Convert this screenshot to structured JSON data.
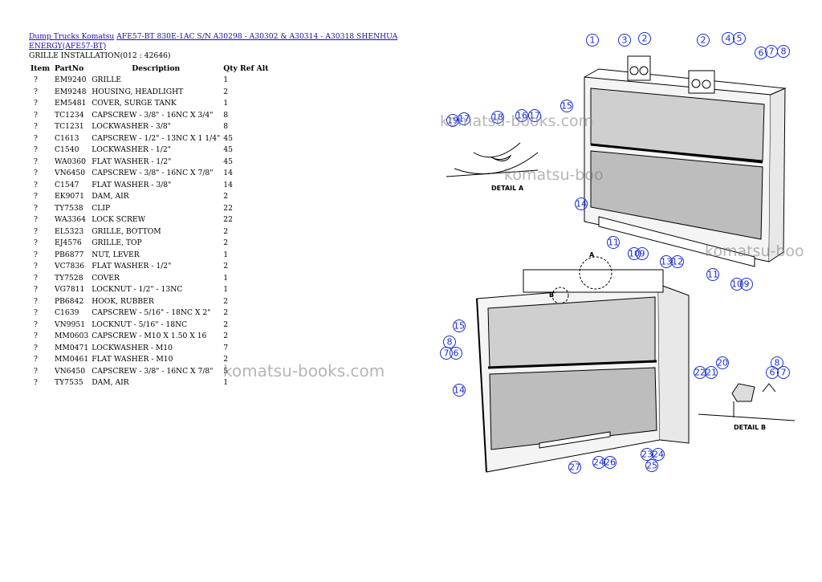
{
  "breadcrumb": {
    "link1": "Dump Trucks Komatsu",
    "link2": "AFE57-BT 830E-1AC S/N A30298 - A30302 & A30314 - A30318 SHENHUA ENERGY(AFE57-BT)"
  },
  "subtitle": "GRILLE INSTALLATION(012 : 42646)",
  "table": {
    "headers": {
      "item": "Item",
      "partno": "PartNo",
      "desc": "Description",
      "qty": "Qty Ref Alt"
    },
    "rows": [
      {
        "item": "?",
        "partno": "EM9240",
        "desc": "GRILLE",
        "qty": "1"
      },
      {
        "item": "?",
        "partno": "EM9248",
        "desc": "HOUSING, HEADLIGHT",
        "qty": "2"
      },
      {
        "item": "?",
        "partno": "EM5481",
        "desc": "COVER, SURGE TANK",
        "qty": "1"
      },
      {
        "item": "?",
        "partno": "TC1234",
        "desc": "CAPSCREW - 3/8\" - 16NC X 3/4\"",
        "qty": "8"
      },
      {
        "item": "?",
        "partno": "TC1231",
        "desc": "LOCKWASHER - 3/8\"",
        "qty": "8"
      },
      {
        "item": "?",
        "partno": "C1613",
        "desc": "CAPSCREW - 1/2\" - 13NC X 1 1/4\"",
        "qty": "45"
      },
      {
        "item": "?",
        "partno": "C1540",
        "desc": "LOCKWASHER - 1/2\"",
        "qty": "45"
      },
      {
        "item": "?",
        "partno": "WA0360",
        "desc": "FLAT WASHER - 1/2\"",
        "qty": "45"
      },
      {
        "item": "?",
        "partno": "VN6450",
        "desc": "CAPSCREW - 3/8\" - 16NC X 7/8\"",
        "qty": "14"
      },
      {
        "item": "?",
        "partno": "C1547",
        "desc": "FLAT WASHER - 3/8\"",
        "qty": "14"
      },
      {
        "item": "?",
        "partno": "EK9071",
        "desc": "DAM, AIR",
        "qty": "2"
      },
      {
        "item": "?",
        "partno": "TY7538",
        "desc": "CLIP",
        "qty": "22"
      },
      {
        "item": "?",
        "partno": "WA3364",
        "desc": "LOCK SCREW",
        "qty": "22"
      },
      {
        "item": "?",
        "partno": "EL5323",
        "desc": "GRILLE, BOTTOM",
        "qty": "2"
      },
      {
        "item": "?",
        "partno": "EJ4576",
        "desc": "GRILLE, TOP",
        "qty": "2"
      },
      {
        "item": "?",
        "partno": "PB6877",
        "desc": "NUT, LEVER",
        "qty": "1"
      },
      {
        "item": "?",
        "partno": "VC7836",
        "desc": "FLAT WASHER - 1/2\"",
        "qty": "2"
      },
      {
        "item": "?",
        "partno": "TY7528",
        "desc": "COVER",
        "qty": "1"
      },
      {
        "item": "?",
        "partno": "VG7811",
        "desc": "LOCKNUT - 1/2\" - 13NC",
        "qty": "1"
      },
      {
        "item": "?",
        "partno": "PB6842",
        "desc": "HOOK, RUBBER",
        "qty": "2"
      },
      {
        "item": "?",
        "partno": "C1639",
        "desc": "CAPSCREW - 5/16\" - 18NC X 2\"",
        "qty": "2"
      },
      {
        "item": "?",
        "partno": "VN9951",
        "desc": "LOCKNUT - 5/16\" - 18NC",
        "qty": "2"
      },
      {
        "item": "?",
        "partno": "MM0603",
        "desc": "CAPSCREW - M10 X 1.50 X 16",
        "qty": "2"
      },
      {
        "item": "?",
        "partno": "MM0471",
        "desc": "LOCKWASHER - M10",
        "qty": "7"
      },
      {
        "item": "?",
        "partno": "MM0461",
        "desc": "FLAT WASHER - M10",
        "qty": "2"
      },
      {
        "item": "?",
        "partno": "VN6450",
        "desc": "CAPSCREW - 3/8\" - 16NC X 7/8\"",
        "qty": "5"
      },
      {
        "item": "?",
        "partno": "TY7535",
        "desc": "DAM, AIR",
        "qty": "1"
      }
    ]
  },
  "watermark": "komatsu-books.com",
  "watermark_partial_1": "komatsu-books.com",
  "watermark_partial_2": "komatsu-boo",
  "watermark_partial_3": "komatsu-boo",
  "diagram": {
    "detail_a_label": "DETAIL A",
    "detail_b_label": "DETAIL B",
    "arrow_a": "A",
    "arrow_b": "B",
    "callout_color": "#1a2ed0",
    "callouts": [
      "1",
      "3",
      "2",
      "2",
      "4",
      "5",
      "6",
      "7",
      "8",
      "15",
      "19",
      "17",
      "18",
      "16",
      "17",
      "14",
      "11",
      "10",
      "9",
      "13",
      "12",
      "11",
      "10",
      "9",
      "15",
      "8",
      "7",
      "6",
      "14",
      "20",
      "22",
      "21",
      "8",
      "6",
      "7",
      "27",
      "24",
      "26",
      "23",
      "24",
      "25"
    ]
  }
}
